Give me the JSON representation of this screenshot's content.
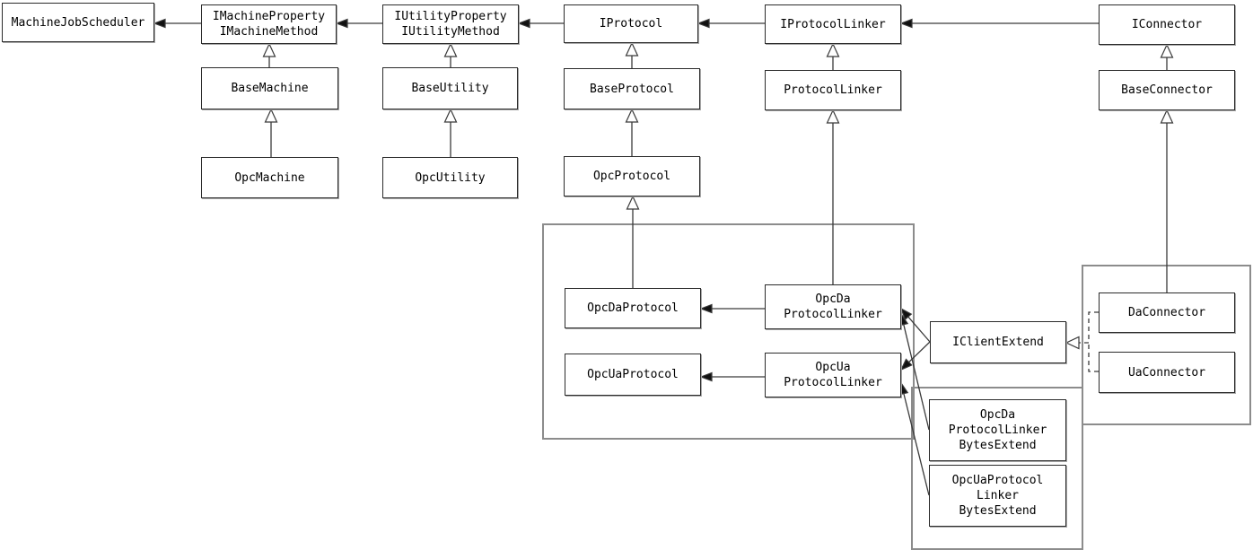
{
  "diagram": {
    "kind": "uml-class-diagram",
    "colors": {
      "background": "#ffffff",
      "box_border": "#2b2b2b",
      "box_fill": "#ffffff",
      "line": "#3a3a3a",
      "container_border": "#8c8c8c",
      "text": "#000000"
    },
    "nodes": [
      {
        "id": "machine-job-scheduler",
        "label": "MachineJobScheduler"
      },
      {
        "id": "i-machine-property-method",
        "label": "IMachineProperty\nIMachineMethod"
      },
      {
        "id": "i-utility-property-method",
        "label": "IUtilityProperty\nIUtilityMethod"
      },
      {
        "id": "i-protocol",
        "label": "IProtocol"
      },
      {
        "id": "i-protocol-linker",
        "label": "IProtocolLinker"
      },
      {
        "id": "i-connector",
        "label": "IConnector"
      },
      {
        "id": "base-machine",
        "label": "BaseMachine"
      },
      {
        "id": "base-utility",
        "label": "BaseUtility"
      },
      {
        "id": "base-protocol",
        "label": "BaseProtocol"
      },
      {
        "id": "protocol-linker",
        "label": "ProtocolLinker"
      },
      {
        "id": "base-connector",
        "label": "BaseConnector"
      },
      {
        "id": "opc-machine",
        "label": "OpcMachine"
      },
      {
        "id": "opc-utility",
        "label": "OpcUtility"
      },
      {
        "id": "opc-protocol",
        "label": "OpcProtocol"
      },
      {
        "id": "opc-da-protocol",
        "label": "OpcDaProtocol"
      },
      {
        "id": "opc-da-protocol-linker",
        "label": "OpcDa\nProtocolLinker"
      },
      {
        "id": "opc-ua-protocol",
        "label": "OpcUaProtocol"
      },
      {
        "id": "opc-ua-protocol-linker",
        "label": "OpcUa\nProtocolLinker"
      },
      {
        "id": "i-client-extend",
        "label": "IClientExtend"
      },
      {
        "id": "da-connector",
        "label": "DaConnector"
      },
      {
        "id": "ua-connector",
        "label": "UaConnector"
      },
      {
        "id": "opc-da-protocol-linker-bytes-extend",
        "label": "OpcDa\nProtocolLinker\nBytesExtend"
      },
      {
        "id": "opc-ua-protocol-linker-bytes-extend",
        "label": "OpcUaProtocol\nLinker\nBytesExtend"
      }
    ],
    "edges": [
      {
        "from": "i-machine-property-method",
        "to": "machine-job-scheduler",
        "type": "association"
      },
      {
        "from": "i-utility-property-method",
        "to": "i-machine-property-method",
        "type": "association"
      },
      {
        "from": "i-protocol",
        "to": "i-utility-property-method",
        "type": "association"
      },
      {
        "from": "i-protocol-linker",
        "to": "i-protocol",
        "type": "association"
      },
      {
        "from": "i-connector",
        "to": "i-protocol-linker",
        "type": "association"
      },
      {
        "from": "opc-da-protocol-linker",
        "to": "opc-da-protocol",
        "type": "association"
      },
      {
        "from": "opc-ua-protocol-linker",
        "to": "opc-ua-protocol",
        "type": "association"
      },
      {
        "from": "i-client-extend",
        "to": "opc-da-protocol-linker",
        "type": "association"
      },
      {
        "from": "i-client-extend",
        "to": "opc-ua-protocol-linker",
        "type": "association"
      },
      {
        "from": "opc-da-protocol-linker-bytes-extend",
        "to": "opc-da-protocol-linker",
        "type": "association"
      },
      {
        "from": "opc-ua-protocol-linker-bytes-extend",
        "to": "opc-ua-protocol-linker",
        "type": "association"
      },
      {
        "from": "base-machine",
        "to": "i-machine-property-method",
        "type": "generalization"
      },
      {
        "from": "opc-machine",
        "to": "base-machine",
        "type": "generalization"
      },
      {
        "from": "base-utility",
        "to": "i-utility-property-method",
        "type": "generalization"
      },
      {
        "from": "opc-utility",
        "to": "base-utility",
        "type": "generalization"
      },
      {
        "from": "base-protocol",
        "to": "i-protocol",
        "type": "generalization"
      },
      {
        "from": "opc-protocol",
        "to": "base-protocol",
        "type": "generalization"
      },
      {
        "from": "opc-da-protocol",
        "to": "opc-protocol",
        "type": "generalization"
      },
      {
        "from": "protocol-linker",
        "to": "i-protocol-linker",
        "type": "generalization"
      },
      {
        "from": "opc-da-protocol-linker",
        "to": "protocol-linker",
        "type": "generalization"
      },
      {
        "from": "base-connector",
        "to": "i-connector",
        "type": "generalization"
      },
      {
        "from": "da-connector",
        "to": "base-connector",
        "type": "generalization"
      },
      {
        "from": "da-connector",
        "to": "i-client-extend",
        "type": "realization"
      },
      {
        "from": "ua-connector",
        "to": "i-client-extend",
        "type": "realization"
      }
    ],
    "groups": [
      {
        "id": "protocol-group"
      },
      {
        "id": "bytes-extend-group"
      },
      {
        "id": "connector-group"
      }
    ]
  }
}
